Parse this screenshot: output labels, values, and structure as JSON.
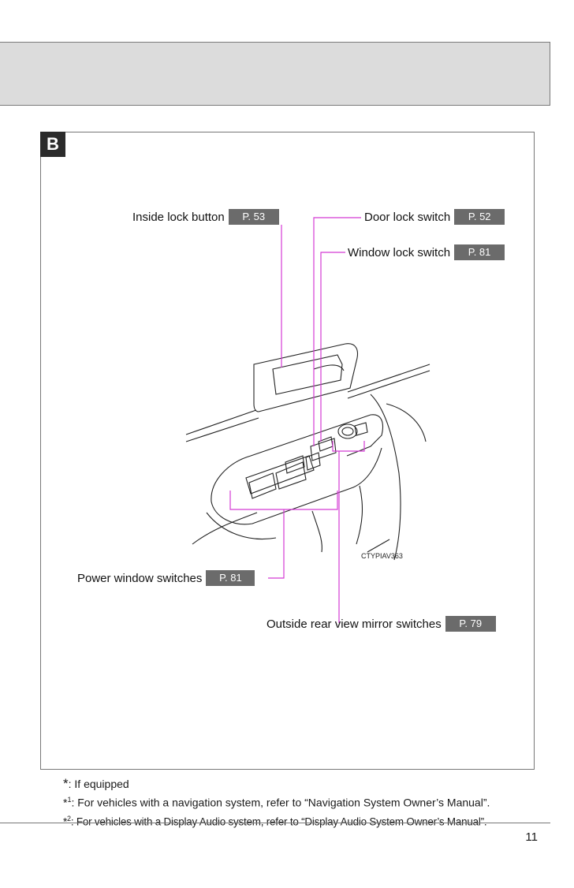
{
  "section": {
    "badge": "B"
  },
  "callouts": {
    "inside_lock": {
      "label": "Inside lock button",
      "page": "P. 53"
    },
    "door_lock": {
      "label": "Door lock switch",
      "page": "P. 52"
    },
    "window_lock": {
      "label": "Window lock switch",
      "page": "P. 81"
    },
    "power_window": {
      "label": "Power window switches",
      "page": "P. 81"
    },
    "mirror": {
      "label": "Outside rear view mirror switches",
      "page": "P. 79"
    }
  },
  "image_code": "CTYPIAV363",
  "footnotes": {
    "equipped": {
      "marker": "*",
      "text": ": If equipped"
    },
    "nav": {
      "marker": "*",
      "sup": "1",
      "text": ": For vehicles with a navigation system, refer to “Navigation System Owner’s Manual”."
    },
    "audio": {
      "marker": "*",
      "sup": "2",
      "text": ": For vehicles with a Display Audio system, refer to “Display Audio System Owner’s Manual”."
    }
  },
  "page_number": "11",
  "colors": {
    "leader": "#d43bd4",
    "page_ref_bg": "#6b6b6b",
    "header_band": "#dcdcdc",
    "badge": "#2b2b2b"
  }
}
